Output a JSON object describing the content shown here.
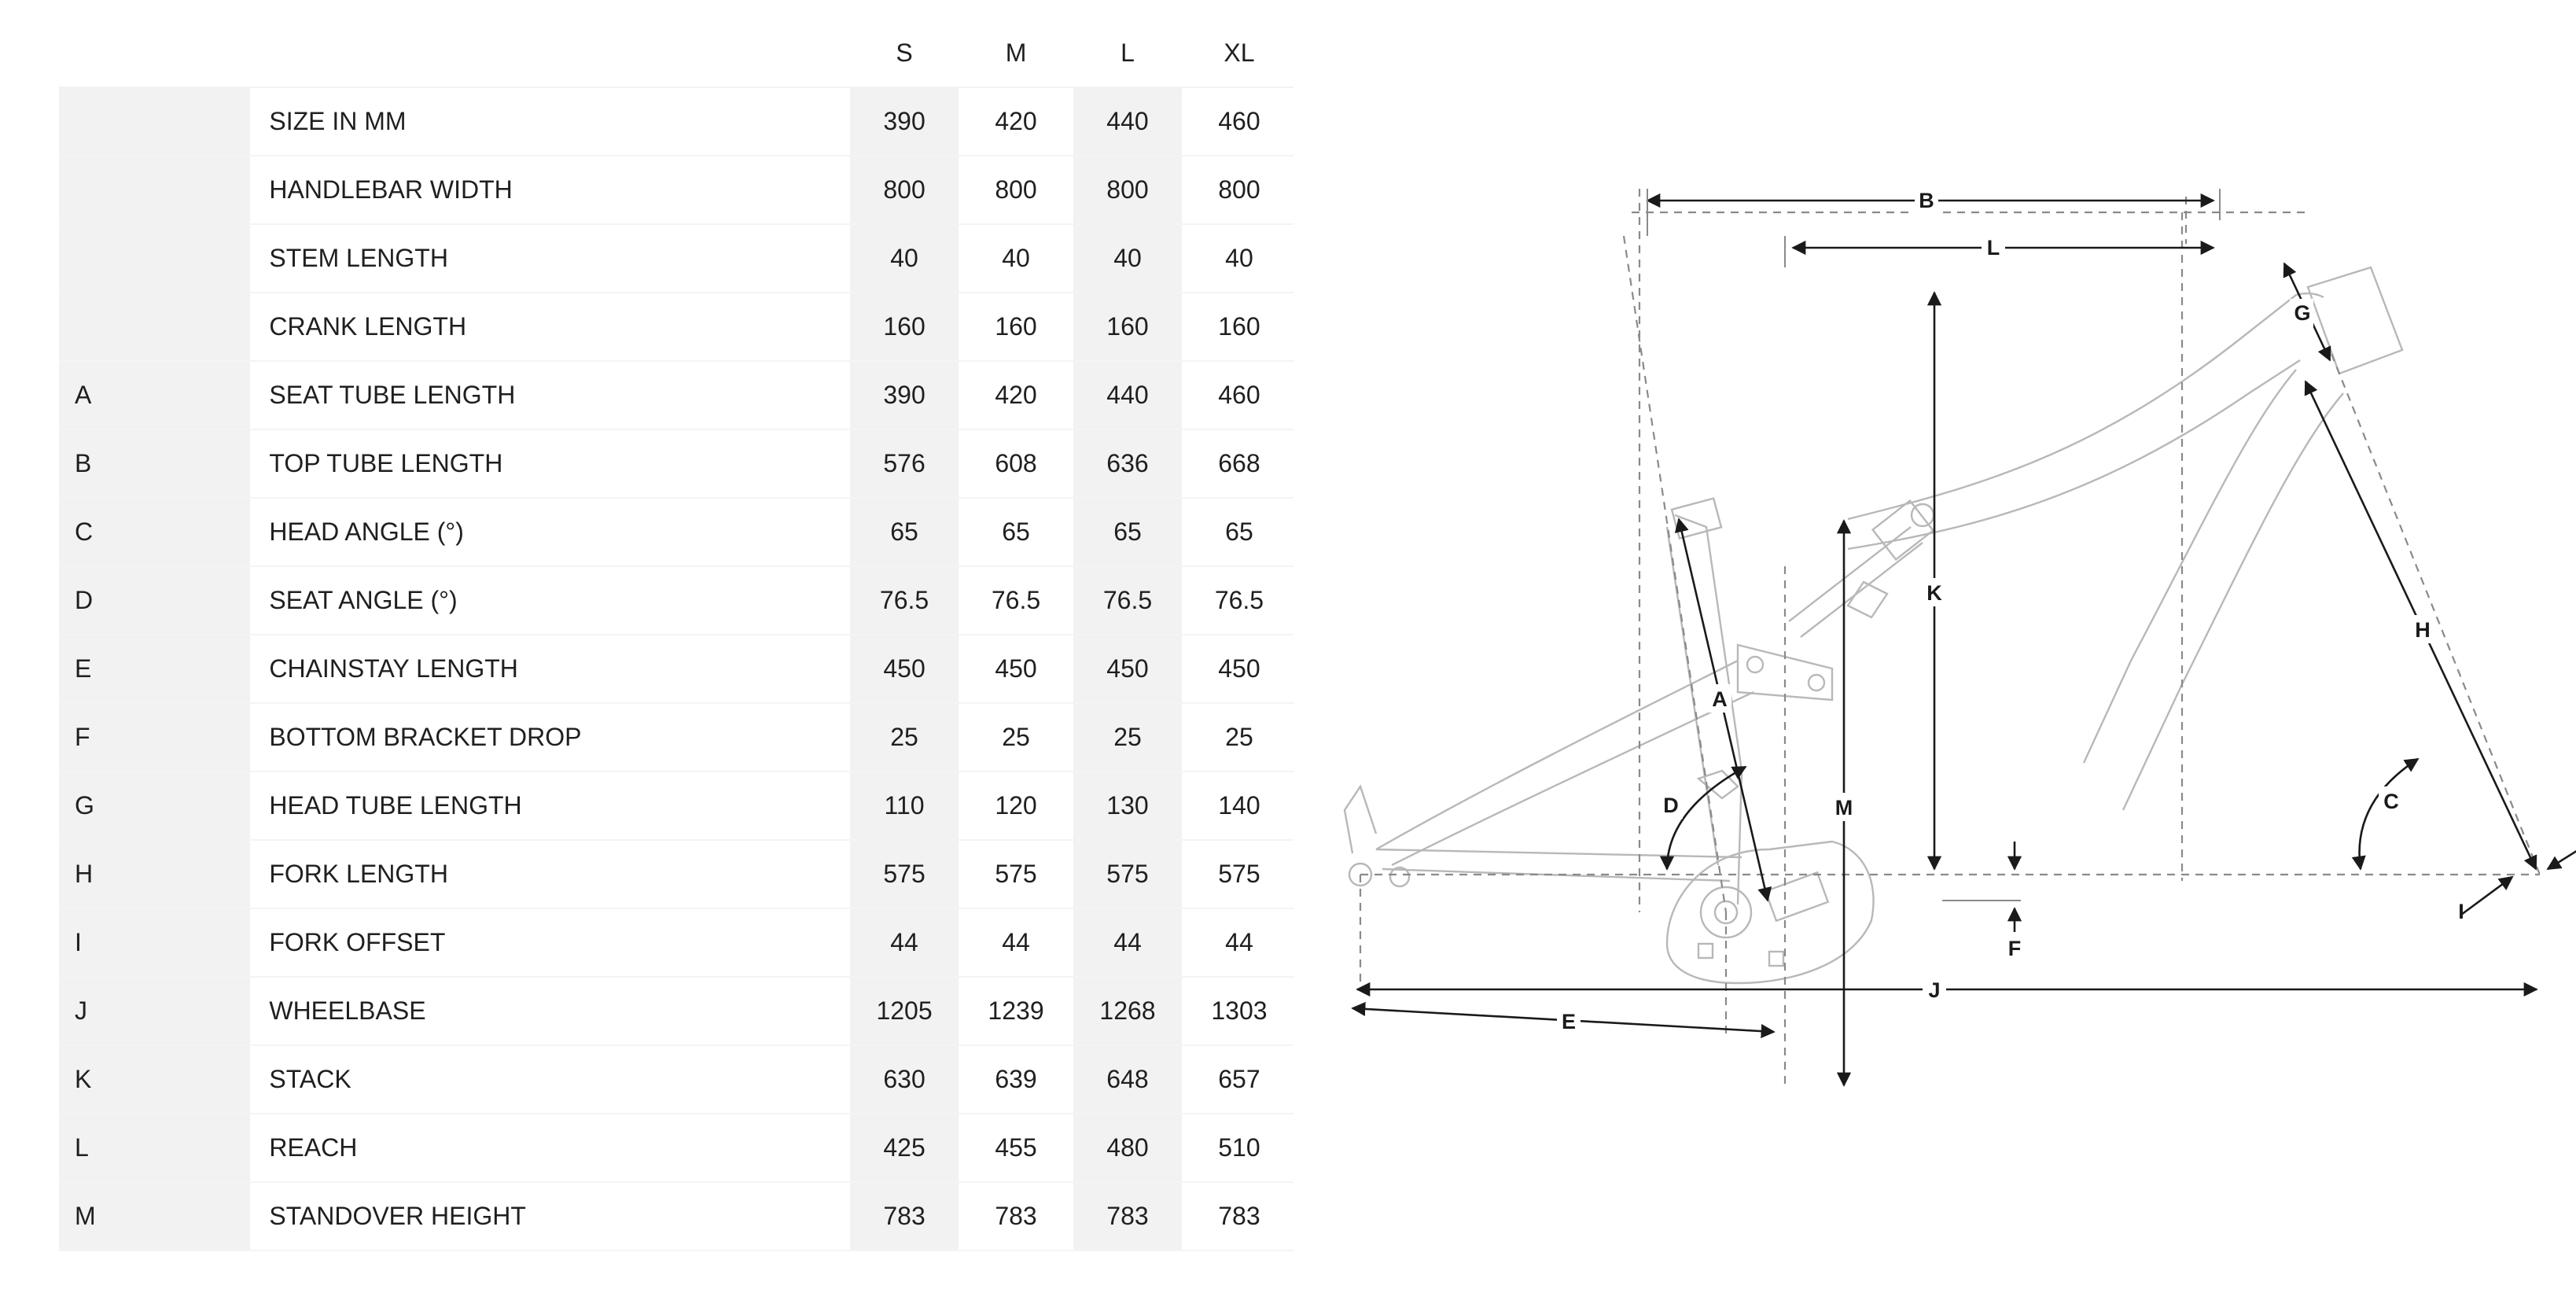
{
  "sizes": [
    "S",
    "M",
    "L",
    "XL"
  ],
  "rows": [
    {
      "letter": "",
      "name": "SIZE IN MM",
      "values": [
        "390",
        "420",
        "440",
        "460"
      ]
    },
    {
      "letter": "",
      "name": "HANDLEBAR WIDTH",
      "values": [
        "800",
        "800",
        "800",
        "800"
      ]
    },
    {
      "letter": "",
      "name": "STEM LENGTH",
      "values": [
        "40",
        "40",
        "40",
        "40"
      ]
    },
    {
      "letter": "",
      "name": "CRANK LENGTH",
      "values": [
        "160",
        "160",
        "160",
        "160"
      ]
    },
    {
      "letter": "A",
      "name": "SEAT TUBE LENGTH",
      "values": [
        "390",
        "420",
        "440",
        "460"
      ]
    },
    {
      "letter": "B",
      "name": "TOP TUBE LENGTH",
      "values": [
        "576",
        "608",
        "636",
        "668"
      ]
    },
    {
      "letter": "C",
      "name": "HEAD ANGLE (°)",
      "values": [
        "65",
        "65",
        "65",
        "65"
      ]
    },
    {
      "letter": "D",
      "name": "SEAT ANGLE (°)",
      "values": [
        "76.5",
        "76.5",
        "76.5",
        "76.5"
      ]
    },
    {
      "letter": "E",
      "name": "CHAINSTAY LENGTH",
      "values": [
        "450",
        "450",
        "450",
        "450"
      ]
    },
    {
      "letter": "F",
      "name": "BOTTOM BRACKET DROP",
      "values": [
        "25",
        "25",
        "25",
        "25"
      ]
    },
    {
      "letter": "G",
      "name": "HEAD TUBE LENGTH",
      "values": [
        "110",
        "120",
        "130",
        "140"
      ]
    },
    {
      "letter": "H",
      "name": "FORK LENGTH",
      "values": [
        "575",
        "575",
        "575",
        "575"
      ]
    },
    {
      "letter": "I",
      "name": "FORK OFFSET",
      "values": [
        "44",
        "44",
        "44",
        "44"
      ]
    },
    {
      "letter": "J",
      "name": "WHEELBASE",
      "values": [
        "1205",
        "1239",
        "1268",
        "1303"
      ]
    },
    {
      "letter": "K",
      "name": "STACK",
      "values": [
        "630",
        "639",
        "648",
        "657"
      ]
    },
    {
      "letter": "L",
      "name": "REACH",
      "values": [
        "425",
        "455",
        "480",
        "510"
      ]
    },
    {
      "letter": "M",
      "name": "STANDOVER HEIGHT",
      "values": [
        "783",
        "783",
        "783",
        "783"
      ]
    }
  ],
  "diagram": {
    "labels": {
      "A": "A",
      "B": "B",
      "C": "C",
      "D": "D",
      "E": "E",
      "F": "F",
      "G": "G",
      "H": "H",
      "I": "I",
      "J": "J",
      "K": "K",
      "L": "L",
      "M": "M"
    }
  }
}
